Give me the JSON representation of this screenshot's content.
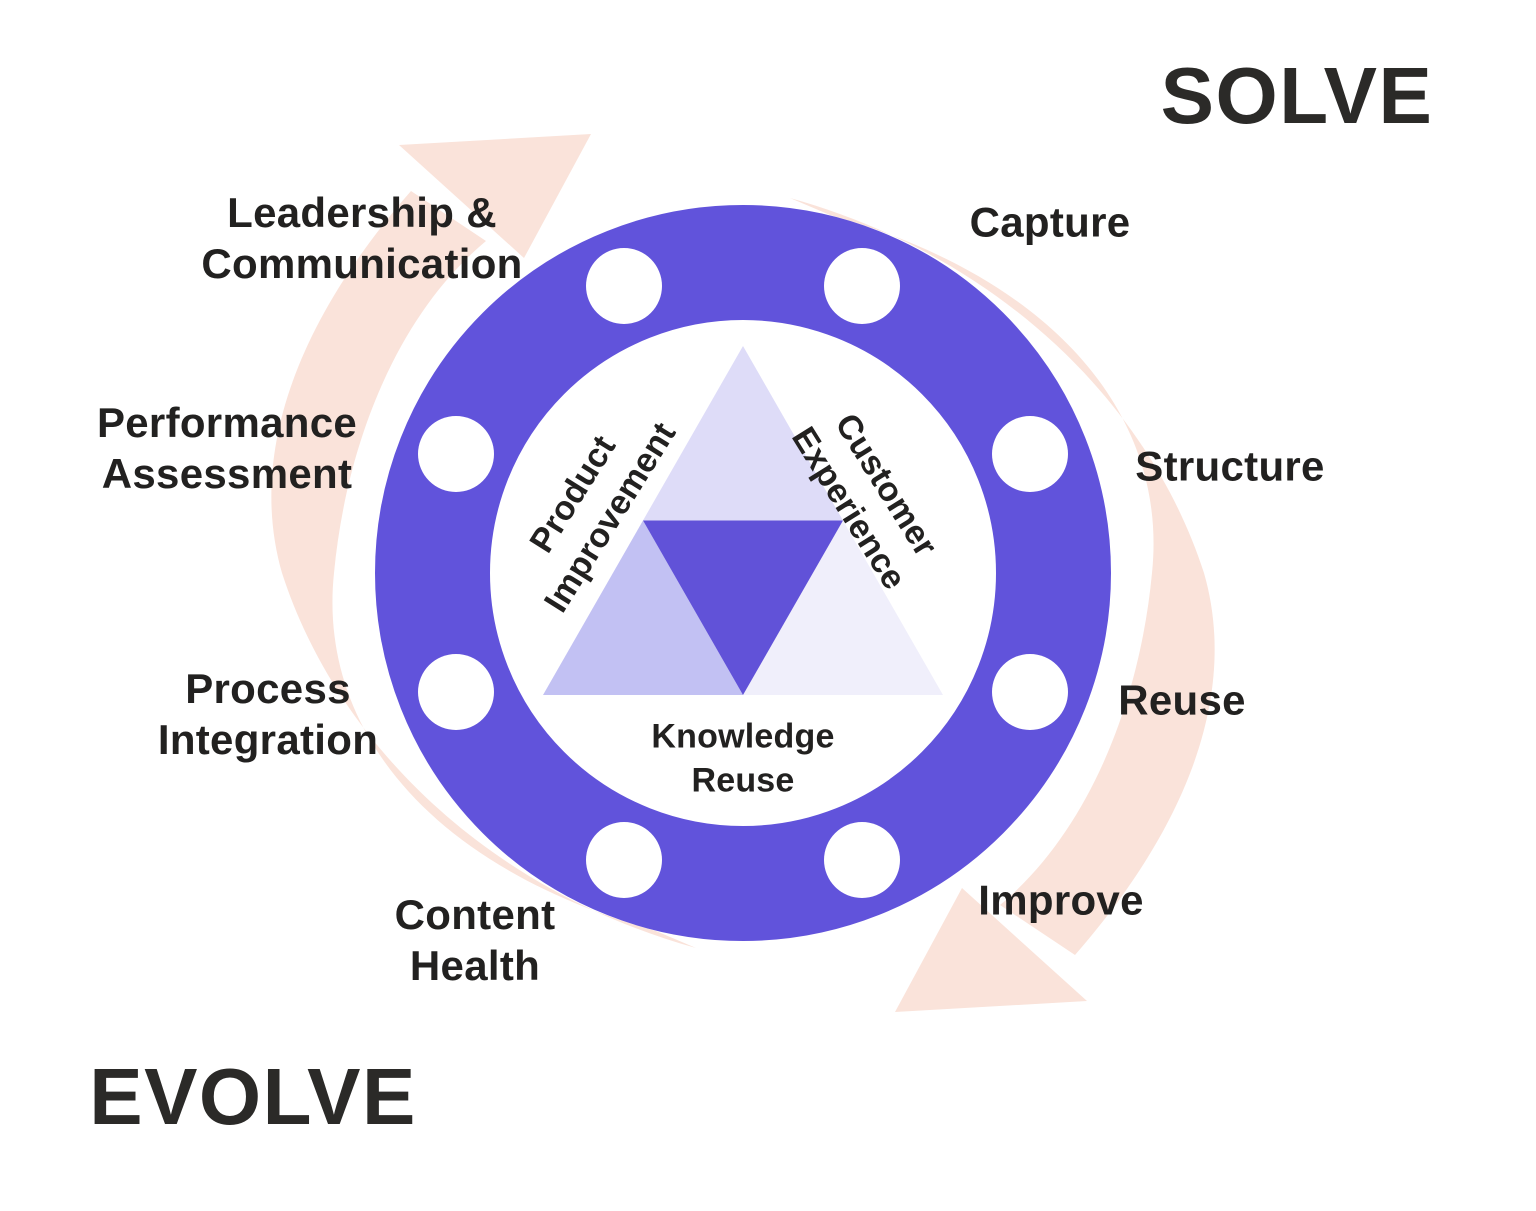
{
  "titles": {
    "solve": "SOLVE",
    "evolve": "EVOLVE"
  },
  "solve_steps": [
    {
      "label": "Capture"
    },
    {
      "label": "Structure"
    },
    {
      "label": "Reuse"
    },
    {
      "label": "Improve"
    }
  ],
  "evolve_steps": [
    {
      "label": "Leadership &\nCommunication"
    },
    {
      "label": "Performance\nAssessment"
    },
    {
      "label": "Process\nIntegration"
    },
    {
      "label": "Content\nHealth"
    }
  ],
  "triangle": {
    "left": "Product\nImprovement",
    "right": "Customer\nExperience",
    "bottom": "Knowledge\nReuse"
  },
  "colors": {
    "ring": "#6153DB",
    "hole": "#FFFFFF",
    "triangle_center": "#6152D8",
    "triangle_top": "#DEDCF8",
    "triangle_left": "#C2C1F3",
    "triangle_right": "#F0EFFB",
    "arrow": "#FAE3DA",
    "label_text": "#222120",
    "title_text": "#2B2A28"
  }
}
